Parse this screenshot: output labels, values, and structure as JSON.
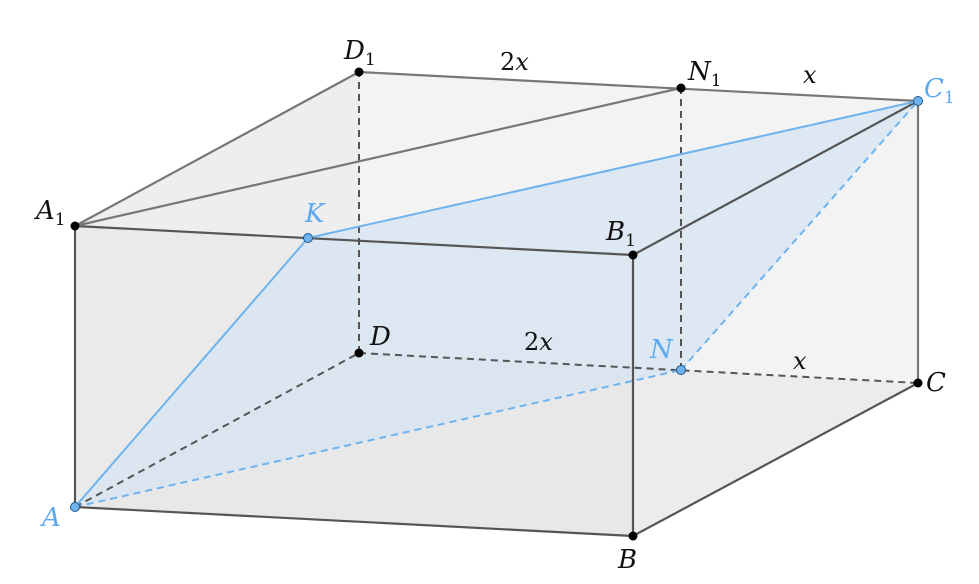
{
  "points": {
    "A": {
      "base": "A",
      "sub": "",
      "color": "#5aaaf0"
    },
    "B": {
      "base": "B",
      "sub": "",
      "color": "#111111"
    },
    "C": {
      "base": "C",
      "sub": "",
      "color": "#111111"
    },
    "D": {
      "base": "D",
      "sub": "",
      "color": "#111111"
    },
    "N": {
      "base": "N",
      "sub": "",
      "color": "#5aaaf0"
    },
    "A1": {
      "base": "A",
      "sub": "1",
      "color": "#111111"
    },
    "B1": {
      "base": "B",
      "sub": "1",
      "color": "#111111"
    },
    "C1": {
      "base": "C",
      "sub": "1",
      "color": "#5aaaf0"
    },
    "D1": {
      "base": "D",
      "sub": "1",
      "color": "#111111"
    },
    "N1": {
      "base": "N",
      "sub": "1",
      "color": "#111111"
    },
    "K": {
      "base": "K",
      "sub": "",
      "color": "#5aaaf0"
    }
  },
  "lengths": {
    "top_D1N1": {
      "coef": "2",
      "var": "x"
    },
    "top_N1C1": {
      "coef": "",
      "var": "x"
    },
    "bottom_DN": {
      "coef": "2",
      "var": "x"
    },
    "bottom_NC": {
      "coef": "",
      "var": "x"
    }
  },
  "colors": {
    "edge": "#555555",
    "section": "#6fb3ee",
    "section_fill": "#dce8f5",
    "face_fill": "#e9e9e9",
    "top_fill": "#f2f2f2"
  }
}
